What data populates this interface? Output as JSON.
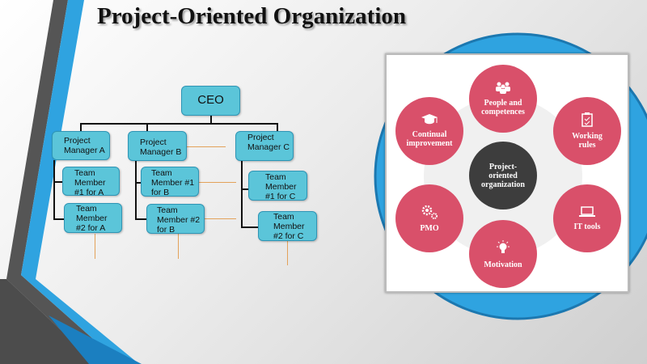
{
  "title": "Project-Oriented Organization",
  "org_chart": {
    "ceo": "CEO",
    "pm_a": "Project Manager A",
    "pm_b": "Project Manager B",
    "pm_c": "Project Manager C",
    "tm1_a": "Team Member #1 for A",
    "tm2_a": "Team Member #2 for A",
    "tm1_b": "Team Member #1 for B",
    "tm2_b": "Team Member #2 for B",
    "tm1_c": "Team Member #1 for C",
    "tm2_c": "Team Member #2 for C"
  },
  "cycle": {
    "center": "Project-oriented organization",
    "items": [
      {
        "label": "People and competences",
        "icon": "people-icon"
      },
      {
        "label": "Working rules",
        "icon": "clipboard-icon"
      },
      {
        "label": "IT tools",
        "icon": "laptop-icon"
      },
      {
        "label": "Motivation",
        "icon": "lightbulb-icon"
      },
      {
        "label": "PMO",
        "icon": "gears-icon"
      },
      {
        "label": "Continual improvement",
        "icon": "graduation-cap-icon"
      }
    ]
  },
  "colors": {
    "accent_blue": "#2fa3e0",
    "circle_red": "#d9506a",
    "box_teal": "#5bc5d9",
    "center_dark": "#3d3d3d"
  }
}
